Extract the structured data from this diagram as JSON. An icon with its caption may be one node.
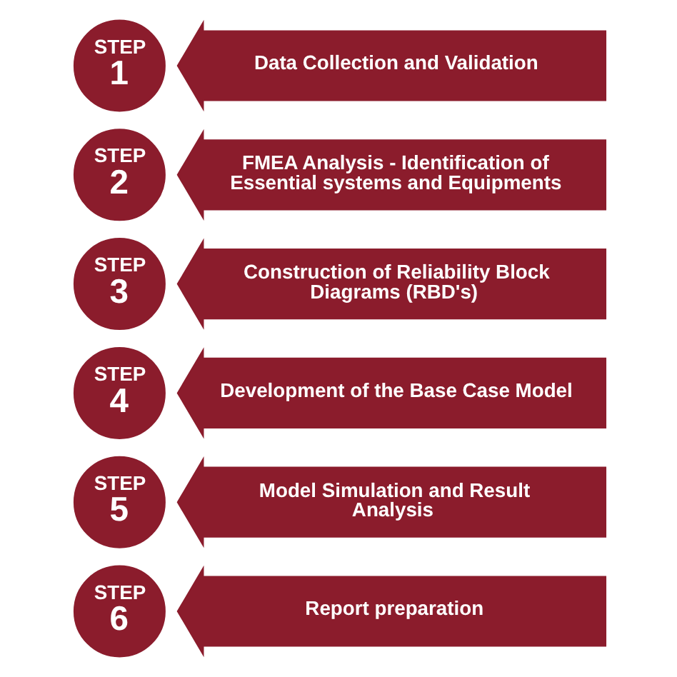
{
  "diagram": {
    "nodes": [
      {
        "text": [
          "STEP",
          "1"
        ]
      },
      {
        "text": [
          "Data Collection and Validation"
        ]
      },
      {
        "text": [
          "STEP",
          "2"
        ]
      },
      {
        "text": [
          "FMEA Analysis - Identification of Essential systems and Equipments"
        ]
      },
      {
        "text": [
          "STEP",
          "3"
        ]
      },
      {
        "text": [
          "Construction of Reliability Block Diagrams (RBD's)"
        ]
      },
      {
        "text": [
          "STEP",
          "4"
        ]
      },
      {
        "text": [
          "Development of the Base Case Model"
        ]
      },
      {
        "text": [
          "STEP",
          "5"
        ]
      },
      {
        "text": [
          "Model Simulation and Result Analysis"
        ]
      },
      {
        "text": [
          "STEP",
          "6"
        ]
      },
      {
        "text": [
          "Report preparation"
        ]
      }
    ]
  }
}
